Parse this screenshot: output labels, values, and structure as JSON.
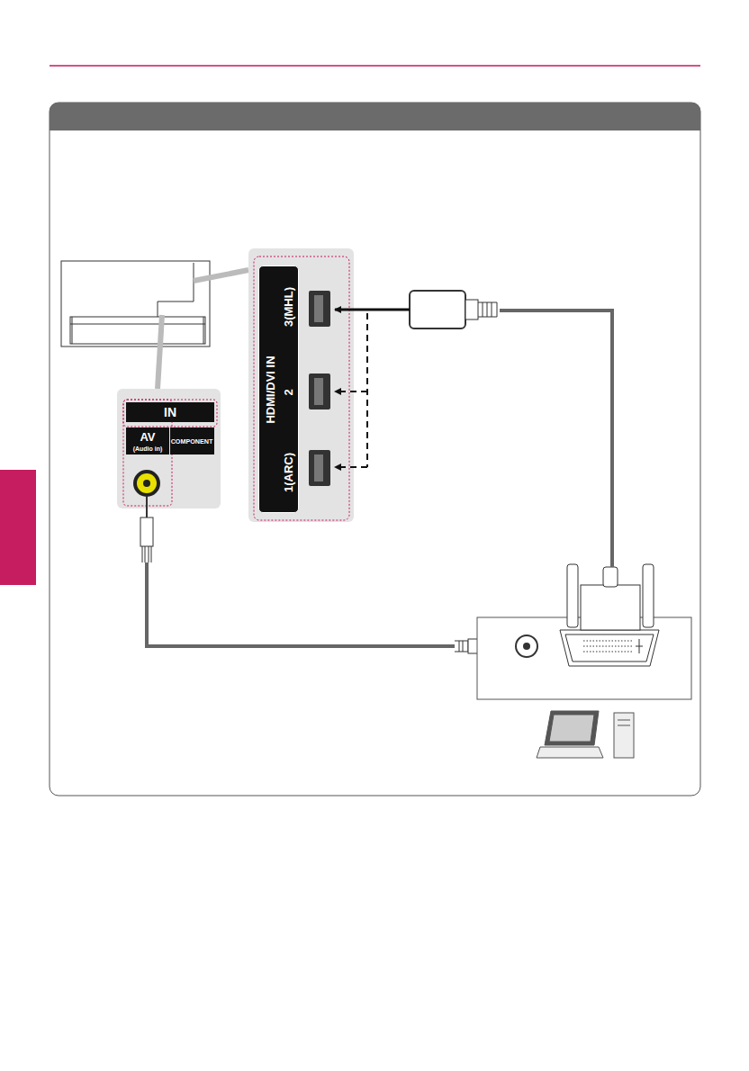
{
  "diagram": {
    "nodes": [
      {
        "text": [
          "HDMI/DVI IN"
        ]
      },
      {
        "text": [
          "3(MHL)"
        ],
        "in": 0
      },
      {
        "text": [
          "2"
        ],
        "in": 0
      },
      {
        "text": [
          "1(ARC)"
        ],
        "in": 0
      },
      {
        "text": [
          "IN"
        ]
      },
      {
        "text": [
          "AV",
          "(Audio in)"
        ],
        "in": 4
      },
      {
        "text": [
          "COMPONENT"
        ],
        "in": 4
      }
    ]
  }
}
